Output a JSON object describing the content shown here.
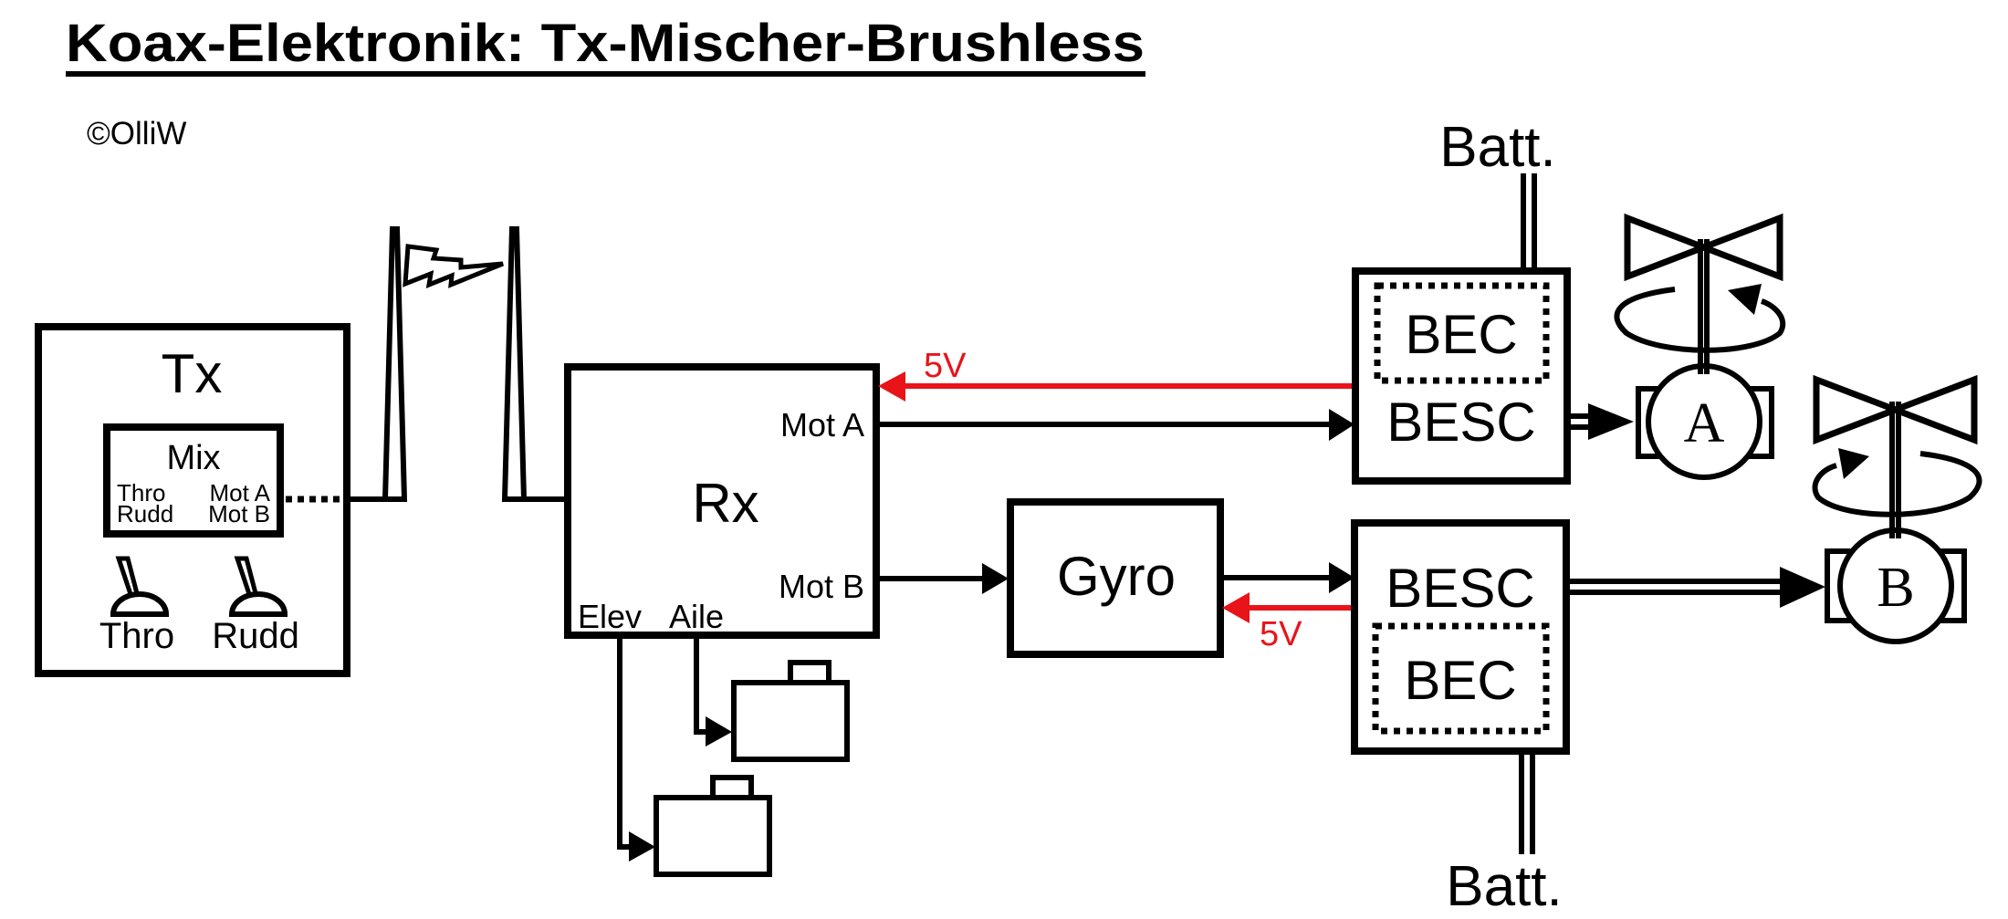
{
  "title": "Koax-Elektronik: Tx-Mischer-Brushless",
  "copyright": "©OlliW",
  "colors": {
    "signal": "#000000",
    "power_5v": "#e8141a",
    "background": "#ffffff"
  },
  "tx": {
    "label": "Tx",
    "mixer": {
      "label": "Mix",
      "inputs": [
        "Thro",
        "Rudd"
      ],
      "outputs": [
        "Mot A",
        "Mot B"
      ]
    },
    "sticks": [
      {
        "label": "Thro",
        "icon": "joystick-icon"
      },
      {
        "label": "Rudd",
        "icon": "joystick-icon"
      }
    ]
  },
  "antennas": {
    "icon": "antenna-icon",
    "link_icon": "radio-link-icon"
  },
  "rx": {
    "label": "Rx",
    "channels": {
      "mot_a": "Mot A",
      "mot_b": "Mot B",
      "elev": "Elev",
      "aile": "Aile"
    }
  },
  "servos": [
    {
      "channel": "Aile",
      "icon": "servo-icon"
    },
    {
      "channel": "Elev",
      "icon": "servo-icon"
    }
  ],
  "gyro": {
    "label": "Gyro"
  },
  "escs": [
    {
      "label": "BESC",
      "bec_label": "BEC",
      "battery_label": "Batt.",
      "motor": "A"
    },
    {
      "label": "BESC",
      "bec_label": "BEC",
      "battery_label": "Batt.",
      "motor": "B"
    }
  ],
  "power_labels": {
    "upper": "5V",
    "lower": "5V"
  },
  "motors": [
    {
      "label": "A",
      "rotation": "counter-clockwise"
    },
    {
      "label": "B",
      "rotation": "clockwise"
    }
  ]
}
